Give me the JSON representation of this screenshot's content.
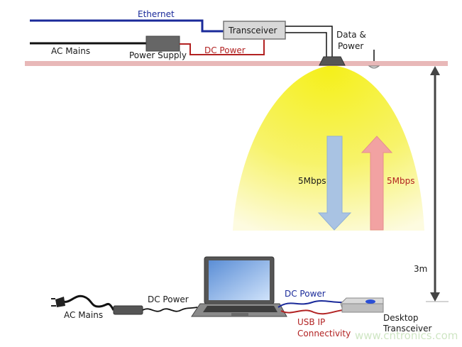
{
  "labels": {
    "ethernet": "Ethernet",
    "transceiver": "Transceiver",
    "data_power_line1": "Data &",
    "data_power_line2": "Power",
    "ac_mains_top": "AC Mains",
    "power_supply": "Power Supply",
    "dc_power_top": "DC Power",
    "down_rate": "5Mbps",
    "up_rate": "5Mbps",
    "height": "3m",
    "ac_mains_bottom": "AC Mains",
    "dc_power_bottom_left": "DC Power",
    "dc_power_bottom_right": "DC Power",
    "usb_line1": "USB IP",
    "usb_line2": "Connectivity",
    "desktop_line1": "Desktop",
    "desktop_line2": "Transceiver",
    "watermark": "www.cntronics.com"
  },
  "colors": {
    "ethernet_cable": "#1a2a9a",
    "dc_cable": "#b22222",
    "ceiling": "#e8b8b8",
    "light_cone": "#f5f01a",
    "down_arrow": "#a9c3e3",
    "up_arrow": "#f2a2a2"
  }
}
